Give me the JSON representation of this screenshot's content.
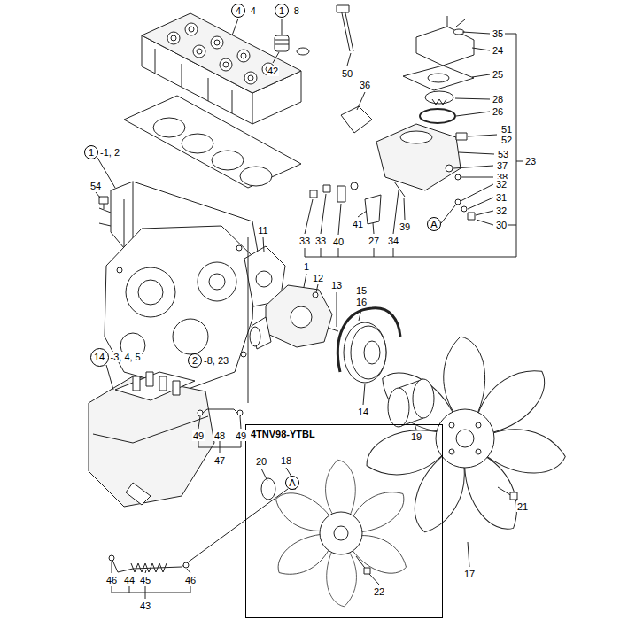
{
  "diagram": {
    "nodes": [
      {
        "text": [
          "4",
          "-4"
        ]
      },
      {
        "text": [
          "1",
          "-8"
        ]
      },
      {
        "text": [
          "1",
          "-1, 2"
        ]
      },
      {
        "text": [
          "2",
          "-8, 23"
        ]
      },
      {
        "text": [
          "14",
          "-3, 4, 5"
        ]
      },
      {
        "text": [
          "A"
        ]
      },
      {
        "text": [
          "A"
        ]
      },
      {
        "text": [
          "4TNV98-YTBL"
        ]
      }
    ],
    "labels": [
      "35",
      "24",
      "25",
      "28",
      "26",
      "36",
      "42",
      "50",
      "51",
      "52",
      "53",
      "37",
      "38",
      "23",
      "32",
      "31",
      "32",
      "30",
      "54",
      "33",
      "33",
      "40",
      "41",
      "27",
      "34",
      "39",
      "11",
      "1",
      "12",
      "13",
      "15",
      "16",
      "14",
      "19",
      "17",
      "21",
      "49",
      "48",
      "49",
      "47",
      "46",
      "44",
      "45",
      "46",
      "43",
      "20",
      "18",
      "22"
    ]
  }
}
